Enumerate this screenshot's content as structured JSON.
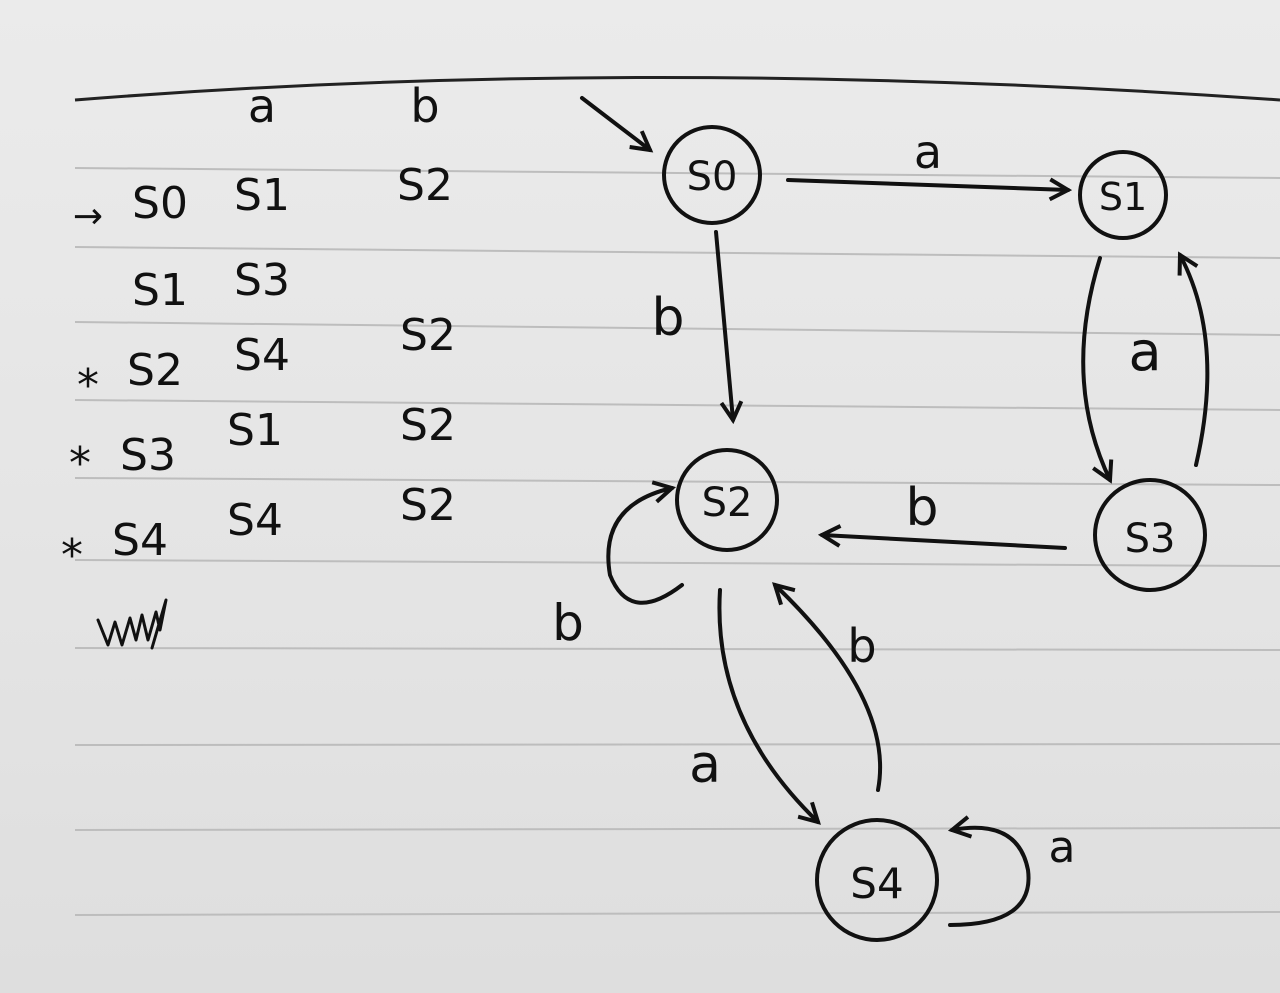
{
  "table": {
    "headers": [
      "a",
      "b"
    ],
    "rows": [
      {
        "marker": "→",
        "state": "S0",
        "a": "S1",
        "b": "S2"
      },
      {
        "marker": "",
        "state": "S1",
        "a": "S3",
        "b": ""
      },
      {
        "marker": "*",
        "state": "S2",
        "a": "S4",
        "b": "S2"
      },
      {
        "marker": "*",
        "state": "S3",
        "a": "S1",
        "b": "S2"
      },
      {
        "marker": "*",
        "state": "S4",
        "a": "S4",
        "b": "S2"
      }
    ]
  },
  "diagram": {
    "states": [
      {
        "id": "S0",
        "label": "S0"
      },
      {
        "id": "S1",
        "label": "S1"
      },
      {
        "id": "S2",
        "label": "S2"
      },
      {
        "id": "S3",
        "label": "S3"
      },
      {
        "id": "S4",
        "label": "S4"
      }
    ],
    "start_state": "S0",
    "transitions": [
      {
        "from": "S0",
        "to": "S1",
        "label": "a"
      },
      {
        "from": "S0",
        "to": "S2",
        "label": "b"
      },
      {
        "from": "S1",
        "to": "S3",
        "label": "a"
      },
      {
        "from": "S3",
        "to": "S1",
        "label": ""
      },
      {
        "from": "S3",
        "to": "S2",
        "label": "b"
      },
      {
        "from": "S2",
        "to": "S2",
        "label": "b"
      },
      {
        "from": "S2",
        "to": "S4",
        "label": "a"
      },
      {
        "from": "S4",
        "to": "S2",
        "label": "b"
      },
      {
        "from": "S4",
        "to": "S4",
        "label": "a"
      }
    ]
  },
  "colors": {
    "ink": "#111111",
    "paper": "#e6e6e6",
    "rule": "#bdbdbd"
  }
}
